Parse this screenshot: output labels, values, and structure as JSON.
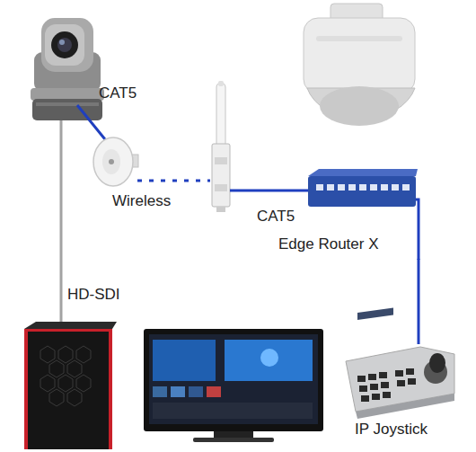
{
  "diagram": {
    "nodes": [
      {
        "text": [
          "Edge Router X"
        ]
      },
      {
        "text": [
          "IP Joystick"
        ]
      }
    ],
    "edges": [
      {
        "from": 0,
        "to": 1,
        "arrow": "none"
      }
    ],
    "labels": [
      "CAT5",
      "Wireless",
      "CAT5",
      "HD-SDI"
    ]
  }
}
